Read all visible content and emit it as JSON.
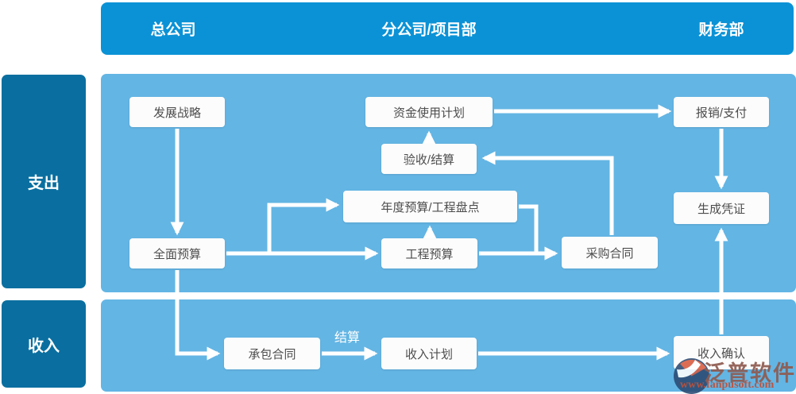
{
  "header": {
    "columns": [
      {
        "label": "总公司"
      },
      {
        "label": "分公司/项目部"
      },
      {
        "label": "财务部"
      }
    ]
  },
  "row_labels": {
    "expense": "支出",
    "income": "收入"
  },
  "nodes": {
    "strategy": {
      "label": "发展战略"
    },
    "fund_plan": {
      "label": "资金使用计划"
    },
    "reimburse": {
      "label": "报销/支付"
    },
    "acceptance": {
      "label": "验收/结算"
    },
    "annual_budget": {
      "label": "年度预算/工程盘点"
    },
    "voucher": {
      "label": "生成凭证"
    },
    "overall_budget": {
      "label": "全面预算"
    },
    "project_budget": {
      "label": "工程预算"
    },
    "purchase_contract": {
      "label": "采购合同"
    },
    "contract": {
      "label": "承包合同"
    },
    "income_plan": {
      "label": "收入计划"
    },
    "income_confirm": {
      "label": "收入确认"
    }
  },
  "edge_labels": {
    "settlement": "结算"
  },
  "watermark": {
    "brand": "泛普软件",
    "url": "www.fanpusoft.com"
  },
  "colors": {
    "header_bar": "#0b92d6",
    "row_label": "#0a6fa0",
    "panel": "#63b5e4",
    "node_bg": "#fcfcfc",
    "node_text": "#4d4d4d",
    "arrow": "#ffffff",
    "brand_text": "#8f5b50",
    "brand_url": "#bc523d"
  }
}
